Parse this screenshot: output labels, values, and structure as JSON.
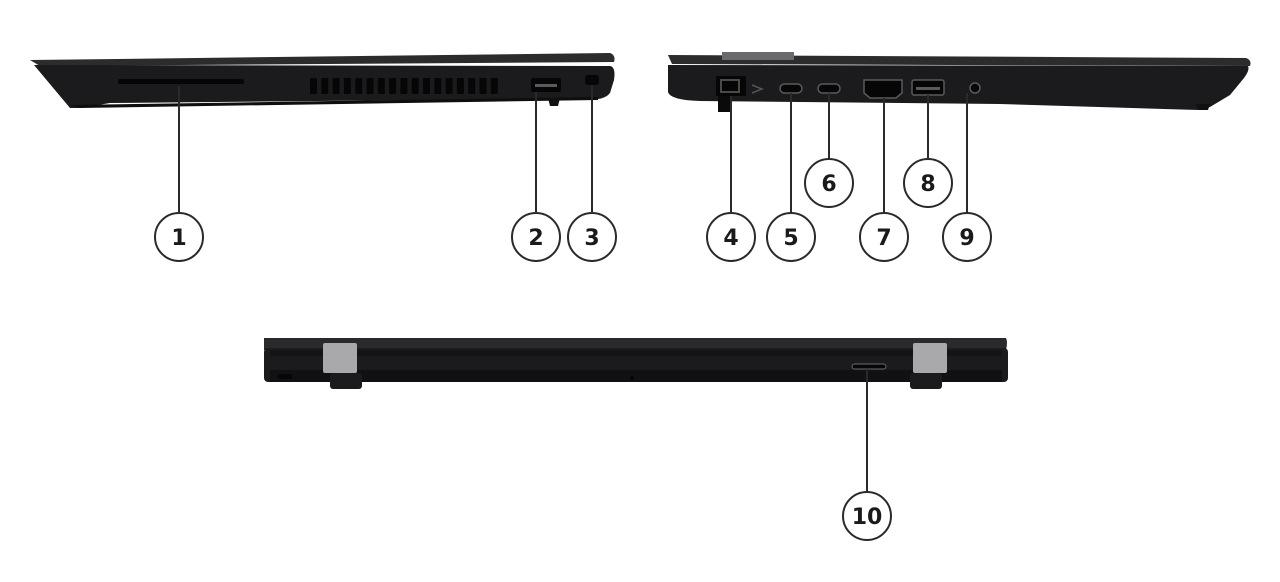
{
  "callouts": [
    {
      "id": "1",
      "label": "1"
    },
    {
      "id": "2",
      "label": "2"
    },
    {
      "id": "3",
      "label": "3"
    },
    {
      "id": "4",
      "label": "4"
    },
    {
      "id": "5",
      "label": "5"
    },
    {
      "id": "6",
      "label": "6"
    },
    {
      "id": "7",
      "label": "7"
    },
    {
      "id": "8",
      "label": "8"
    },
    {
      "id": "9",
      "label": "9"
    },
    {
      "id": "10",
      "label": "10"
    }
  ],
  "colors": {
    "body": "#1b1b1d",
    "body_edge": "#3a3a3c",
    "hinge": "#a9a9ab",
    "port": "#060607",
    "port_detail": "#8a8a8c"
  }
}
